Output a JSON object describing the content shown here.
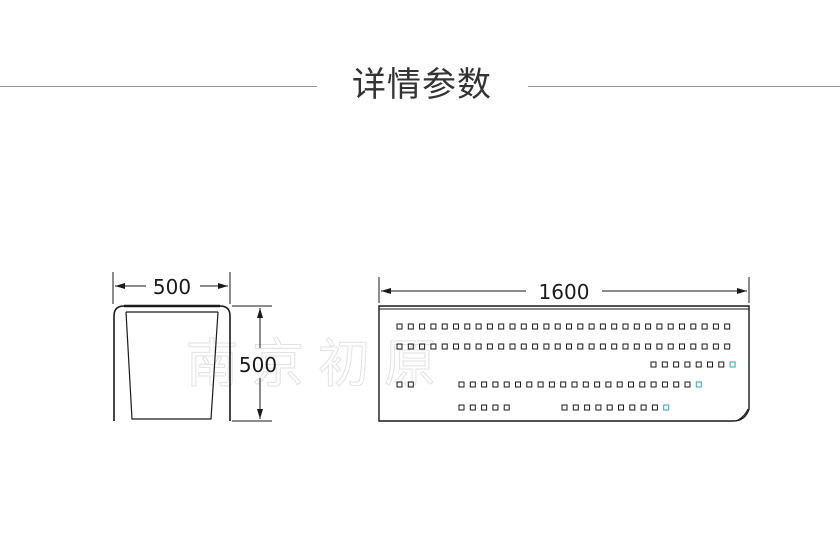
{
  "section_title": "详情参数",
  "watermark": "南京初原",
  "side_view": {
    "width_label": "500",
    "height_label": "500"
  },
  "front_view": {
    "length_label": "1600"
  },
  "colors": {
    "line": "#1a1a1a",
    "rule": "#9a9a9a",
    "hole_accent": "#2aa6b8",
    "watermark": "#e2e2e2"
  }
}
